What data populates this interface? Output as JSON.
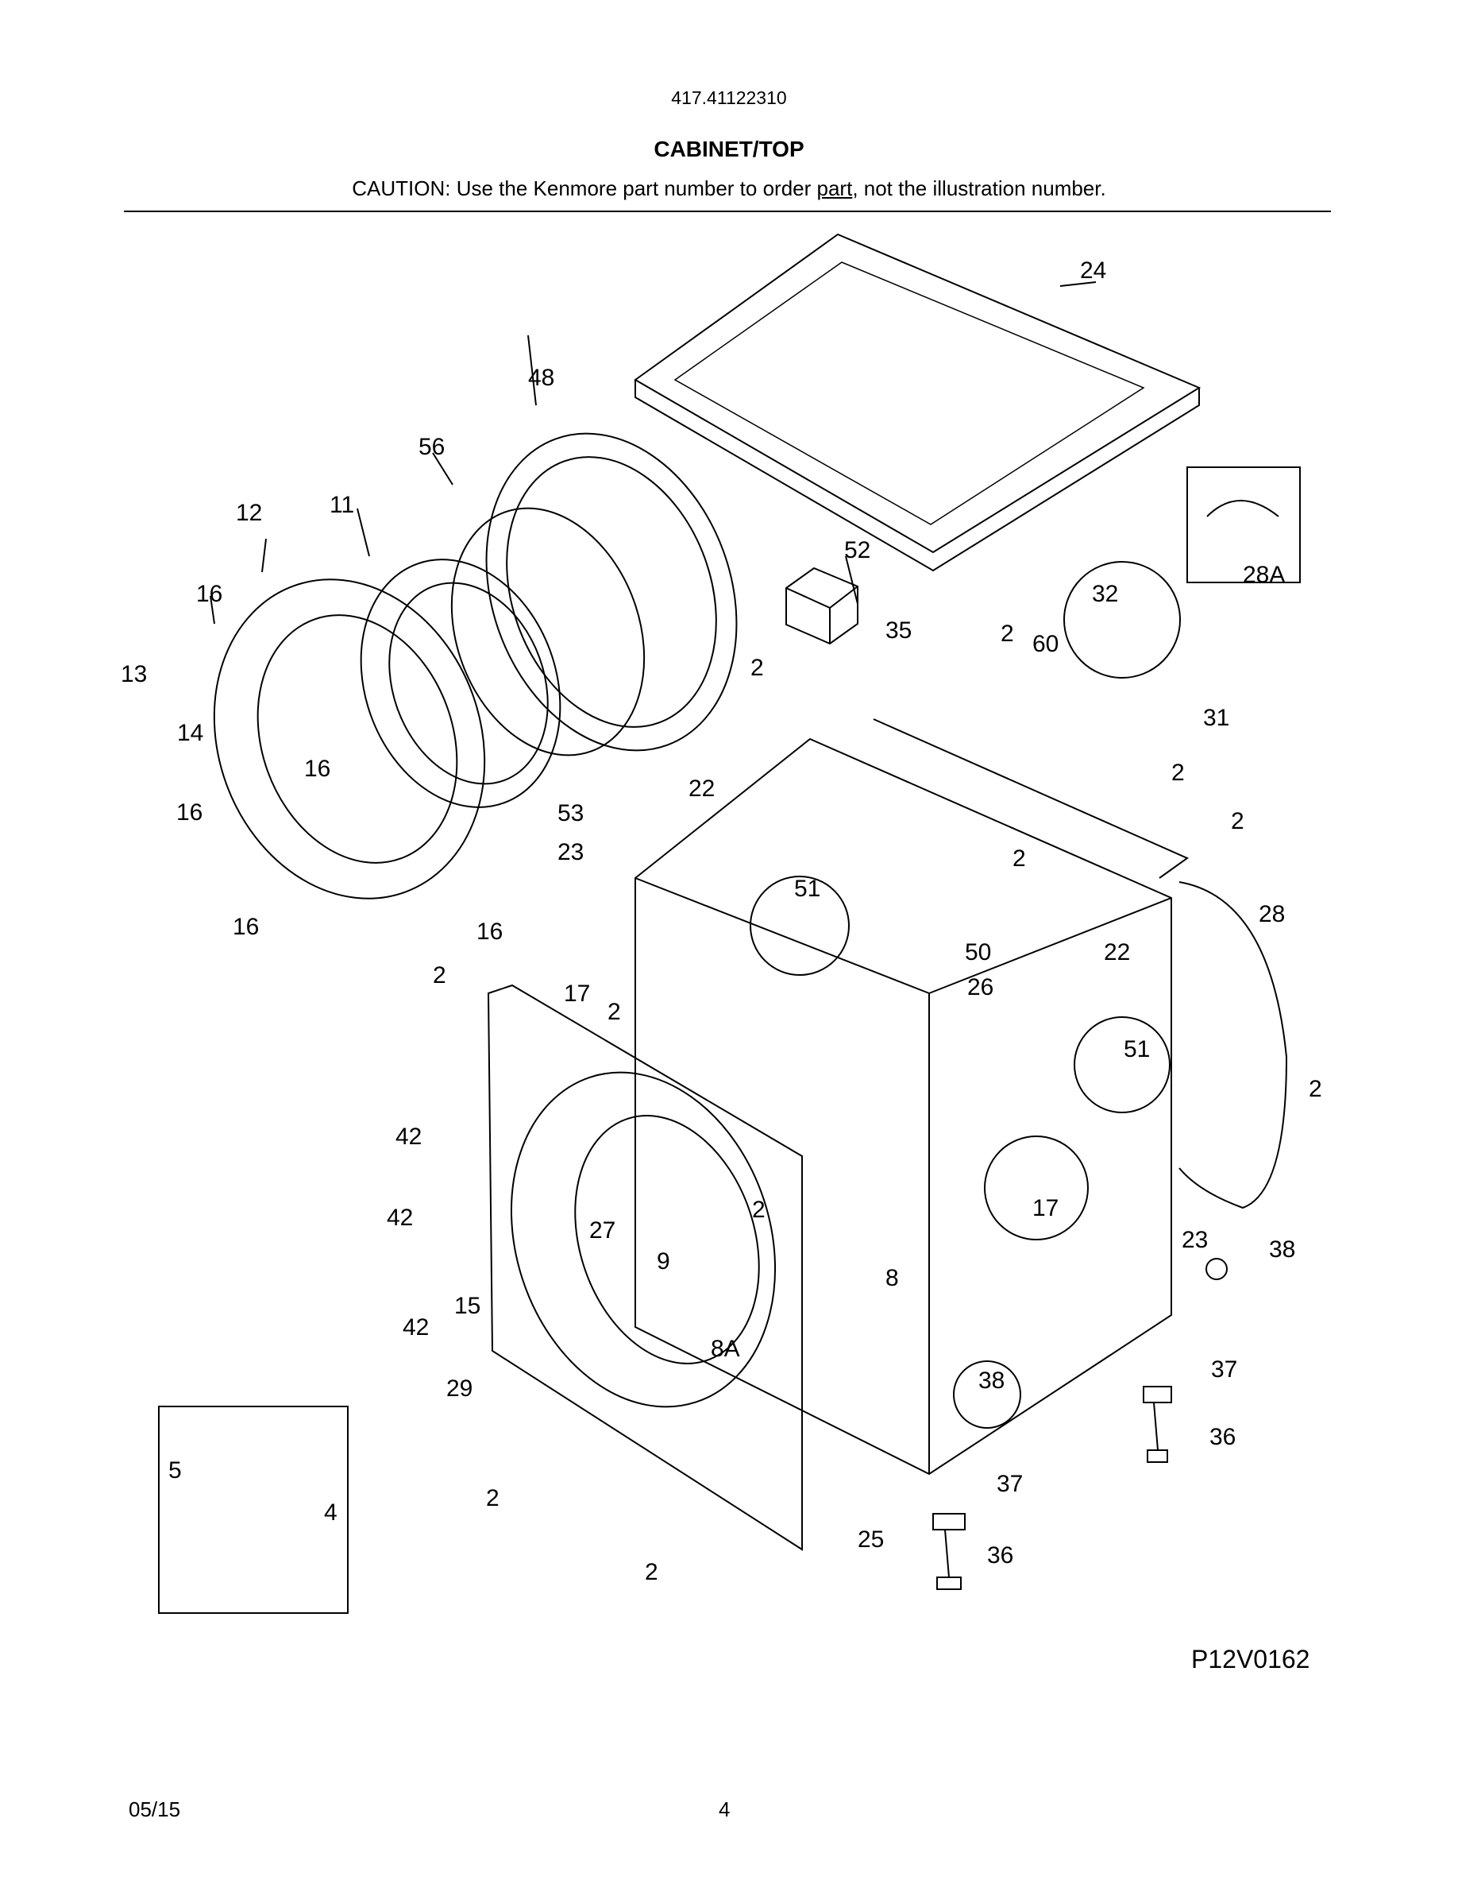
{
  "header": {
    "model_number": "417.41122310",
    "title": "CABINET/TOP",
    "caution_prefix": "CAUTION: Use the Kenmore part number to order ",
    "caution_link": "part",
    "caution_suffix": ", not the illustration number."
  },
  "diagram": {
    "code": "P12V0162",
    "callouts": [
      "24",
      "48",
      "56",
      "12",
      "11",
      "16",
      "13",
      "14",
      "16",
      "16",
      "16",
      "16",
      "52",
      "35",
      "2",
      "60",
      "32",
      "28A",
      "2",
      "22",
      "53",
      "23",
      "51",
      "31",
      "2",
      "2",
      "2",
      "28",
      "50",
      "22",
      "26",
      "2",
      "17",
      "2",
      "51",
      "2",
      "42",
      "42",
      "42",
      "15",
      "27",
      "2",
      "9",
      "8",
      "17",
      "23",
      "38",
      "8A",
      "29",
      "38",
      "37",
      "36",
      "5",
      "4",
      "2",
      "37",
      "25",
      "36",
      "2"
    ]
  },
  "footer": {
    "date": "05/15",
    "page": "4"
  }
}
